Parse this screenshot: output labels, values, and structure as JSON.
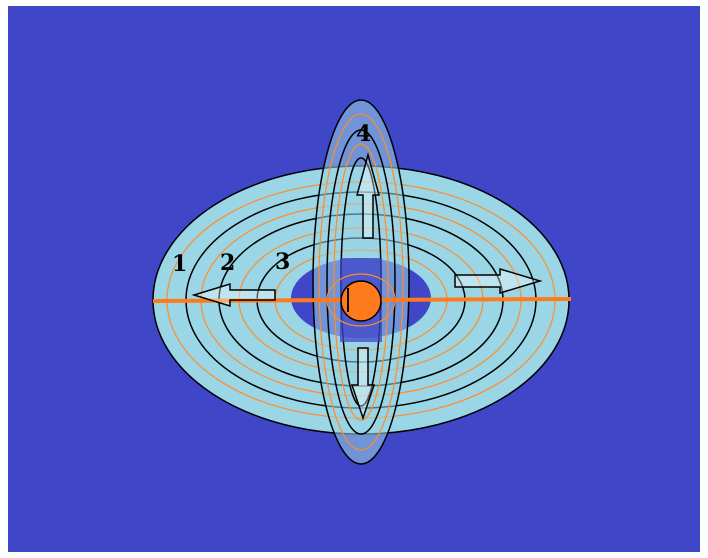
{
  "colors": {
    "background": "#3f46c8",
    "disc_fill": "#9ad6e6",
    "orange": "#ff7a1a",
    "field_line": "#ff8c2a",
    "outline": "#000000",
    "arrow_fill": "#ffffff"
  },
  "labels": {
    "one": "1",
    "two": "2",
    "three": "3",
    "four": "4"
  },
  "icons": {
    "center": "orange-sphere-icon",
    "arrows": "hollow-arrow-icon"
  }
}
